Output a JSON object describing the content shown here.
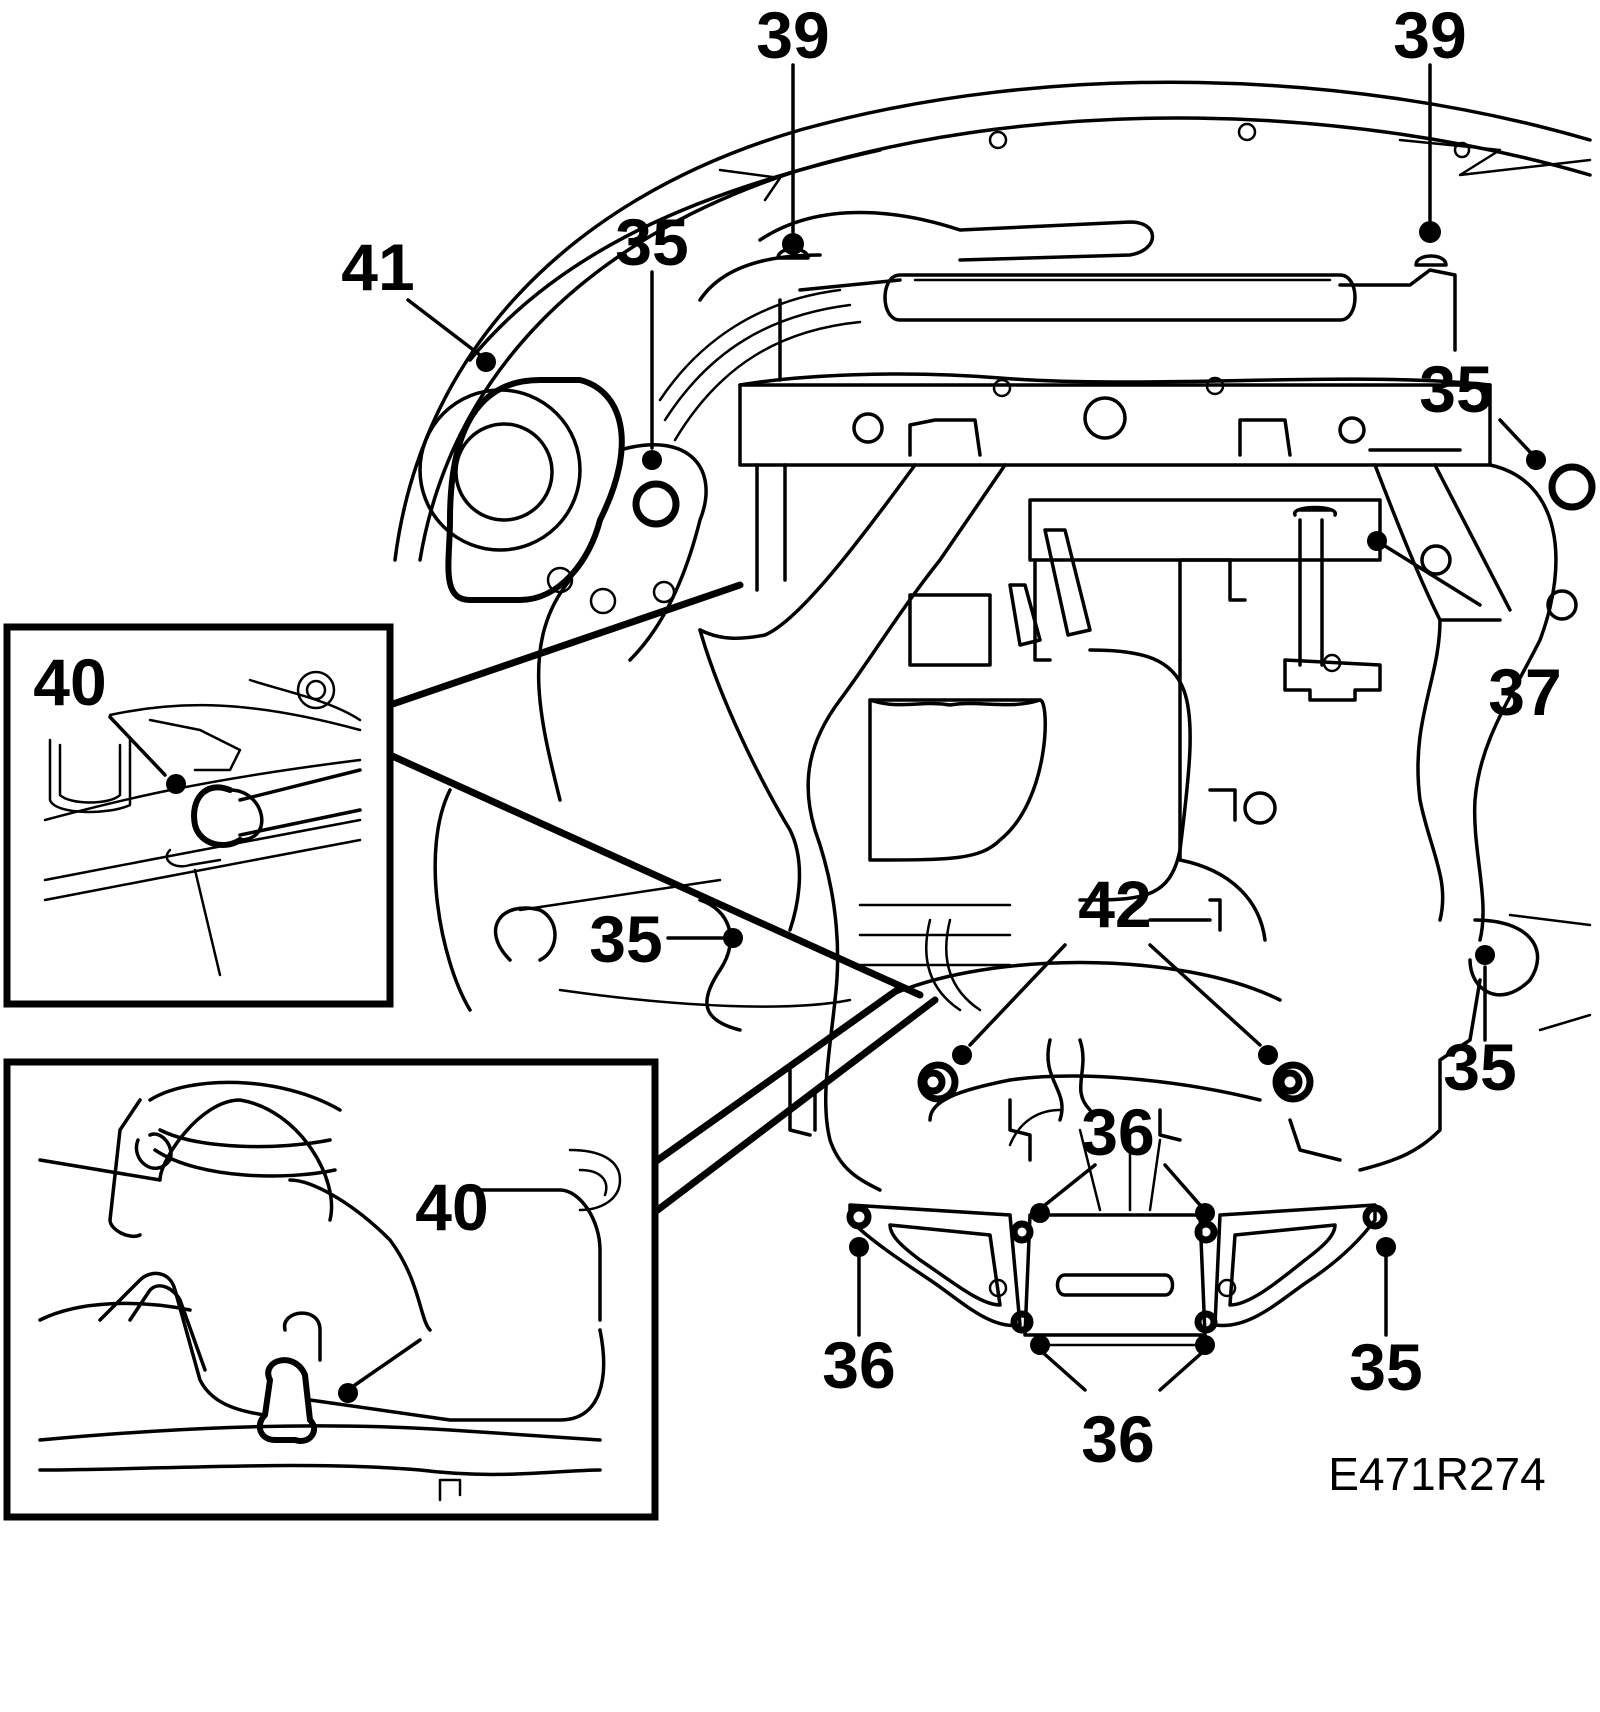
{
  "diagram": {
    "drawing_code": "E471R274",
    "callouts": {
      "c39_left": "39",
      "c39_right": "39",
      "c35_upper_left": "35",
      "c41": "41",
      "c35_right_upper": "35",
      "c37": "37",
      "c40_inset_top": "40",
      "c35_mid_left": "35",
      "c42": "42",
      "c35_mid_right": "35",
      "c36_center_top": "36",
      "c40_inset_bottom": "40",
      "c36_bottom_left": "36",
      "c35_bottom_right": "35",
      "c36_bottom_center": "36"
    }
  }
}
